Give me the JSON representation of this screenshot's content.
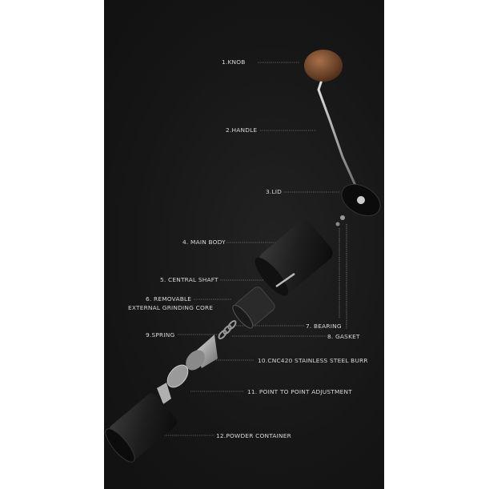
{
  "labels": {
    "knob": "1.KNOB",
    "handle": "2.HANDLE",
    "lid": "3.LID",
    "main_body": "4. MAIN BODY",
    "central_shaft": "5. CENTRAL SHAFT",
    "core_line1": "6. REMOVABLE",
    "core_line2": "EXTERNAL GRINDING CORE",
    "bearing": "7. BEARING",
    "gasket": "8. GASKET",
    "spring": "9.SPRING",
    "burr": "10.CNC420 STAINLESS STEEL BURR",
    "adjustment": "11. POINT TO POINT ADJUSTMENT",
    "container": "12.POWDER CONTAINER"
  },
  "colors": {
    "panel": "#161616",
    "text": "#d8d8d8",
    "knob": "#7a4a2a"
  }
}
